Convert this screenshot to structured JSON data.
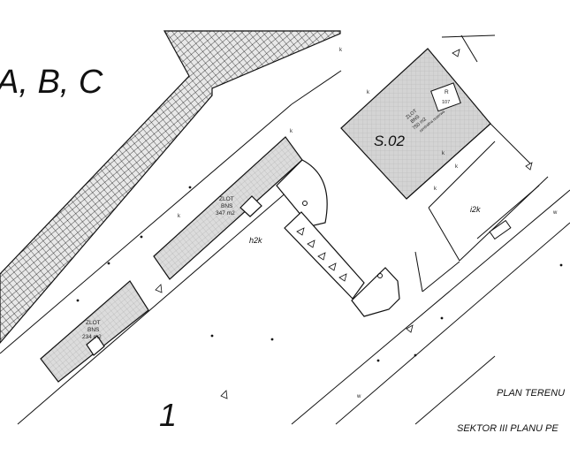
{
  "plan": {
    "area_label": "A, B, C",
    "sector_number": "1",
    "plan_title": "PLAN TERENU",
    "plan_subtitle": "SEKTOR III PLANU PE",
    "zone_s02": "S.02",
    "zone_h2k": "h2k",
    "zone_i2k": "i2k",
    "building_1": {
      "line1": "ZLOT",
      "line2": "BNS",
      "line3": "347 m2"
    },
    "building_2": {
      "line1": "ZLOT",
      "line2": "BNS",
      "line3": "234 m2"
    },
    "building_s02": {
      "line1": "ZLOT",
      "line2": "BNS",
      "line3": "750 m2",
      "line4": "centralna rezerwa"
    },
    "marker_r": {
      "line1": "R",
      "line2": "107"
    },
    "point_k": "k",
    "point_w": "w"
  },
  "colors": {
    "ink": "#111111",
    "fill": "#d4d4d4",
    "background": "#ffffff"
  }
}
